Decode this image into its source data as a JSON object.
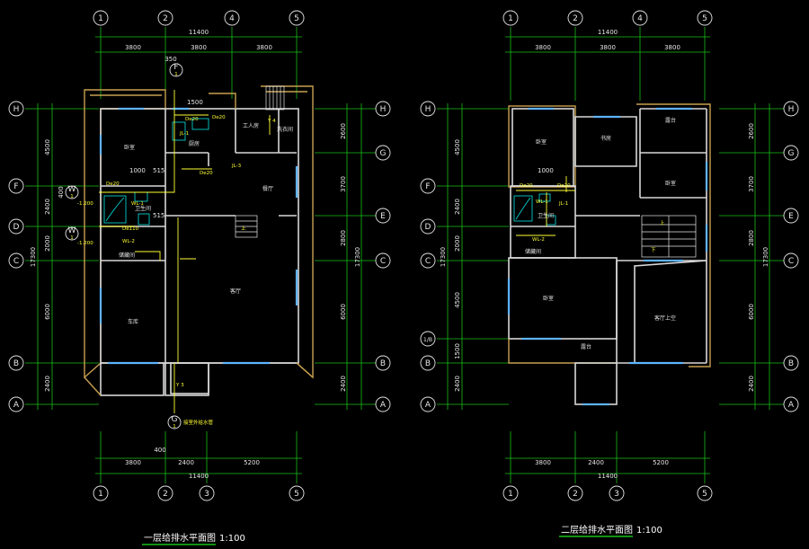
{
  "drawing": {
    "plan1": {
      "title": "一层给排水平面图",
      "scale": "1:100",
      "top_axes": [
        "1",
        "2",
        "4",
        "5"
      ],
      "bottom_axes": [
        "1",
        "2",
        "3",
        "5"
      ],
      "left_axes": [
        "H",
        "F",
        "D",
        "C",
        "B",
        "A"
      ],
      "right_axes": [
        "H",
        "G",
        "E",
        "C",
        "B",
        "A"
      ],
      "top_total": "11400",
      "top_spans": [
        "3800",
        "3800",
        "3800"
      ],
      "bottom_total": "11400",
      "bottom_spans": [
        "3800",
        "2400",
        "5200"
      ],
      "bottom_extra": "400",
      "top_extra": "350",
      "left_spans": [
        "4500",
        "2400",
        "400",
        "2000",
        "6000",
        "2400"
      ],
      "left_total": "17300",
      "right_spans": [
        "2600",
        "3700",
        "2800",
        "6000",
        "2400"
      ],
      "right_total": "17300",
      "rooms": {
        "bedroom": "卧室",
        "kitchen": "厨房",
        "servant": "工人房",
        "laundry": "洗衣间",
        "dining": "餐厅",
        "bath": "卫生间",
        "storage": "储藏间",
        "garage": "车库",
        "living": "客厅"
      },
      "labels": {
        "f1": "F",
        "f1_num": "1",
        "g1": "G",
        "g1_num": "1",
        "w1": "W",
        "w1_num": "1",
        "w2": "W",
        "w2_num": "1",
        "de20_a": "De20",
        "de20_b": "De20",
        "de20_c": "De20",
        "de20_d": "De20",
        "de110": "De110",
        "wl1": "WL-1",
        "wl2": "WL-2",
        "jl3": "JL-3",
        "jl1": "JL-1",
        "y4": "Y 4",
        "y3": "Y 3",
        "elev1": "-1.200",
        "elev2": "-1.200",
        "dim_1000": "1000",
        "dim_1500": "1500",
        "dim_515a": "515",
        "dim_515b": "515",
        "gauge": "接室外给水管",
        "stair_up": "上"
      }
    },
    "plan2": {
      "title": "二层给排水平面图",
      "scale": "1:100",
      "top_axes": [
        "1",
        "2",
        "4",
        "5"
      ],
      "bottom_axes": [
        "1",
        "2",
        "3",
        "5"
      ],
      "left_axes": [
        "H",
        "F",
        "D",
        "C",
        "1/B",
        "B",
        "A"
      ],
      "right_axes": [
        "H",
        "G",
        "E",
        "C",
        "B",
        "A"
      ],
      "top_total": "11400",
      "top_spans": [
        "3800",
        "3800",
        "3800"
      ],
      "bottom_total": "11400",
      "bottom_spans": [
        "3800",
        "2400",
        "5200"
      ],
      "left_spans": [
        "4500",
        "2400",
        "2000",
        "4500",
        "1500",
        "2400"
      ],
      "left_total": "17300",
      "right_spans": [
        "2600",
        "3700",
        "2800",
        "6000",
        "2400"
      ],
      "right_total": "17300",
      "rooms": {
        "bedroom1": "卧室",
        "study": "书房",
        "terrace": "露台",
        "bedroom2": "卧室",
        "bath": "卫生间",
        "storage": "储藏间",
        "bedroom3": "卧室",
        "upper_living": "客厅上空",
        "balcony": "露台"
      },
      "labels": {
        "de20_a": "De20",
        "de20_b": "De20",
        "wl1": "WL-1",
        "wl2": "WL-2",
        "jl1": "JL-1",
        "dim_1000": "1000",
        "stair_up": "上",
        "stair_dn": "下"
      }
    },
    "colors": {
      "background": "#000000",
      "dimension": "#19c019",
      "wall": "#c8a050",
      "window": "#5fb4ff",
      "pipe": "#ffff33",
      "fixture": "#00e5e5",
      "text": "#e6e6e6"
    }
  }
}
